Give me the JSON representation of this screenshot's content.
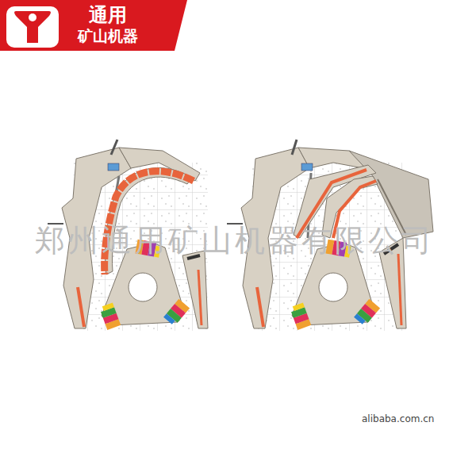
{
  "diagram": {
    "nodes": [
      {
        "text": [
          "通用",
          "矿山机器"
        ]
      }
    ],
    "labels": [
      "郑州通用矿山机器有限公司",
      "alibaba.com.cn"
    ]
  }
}
